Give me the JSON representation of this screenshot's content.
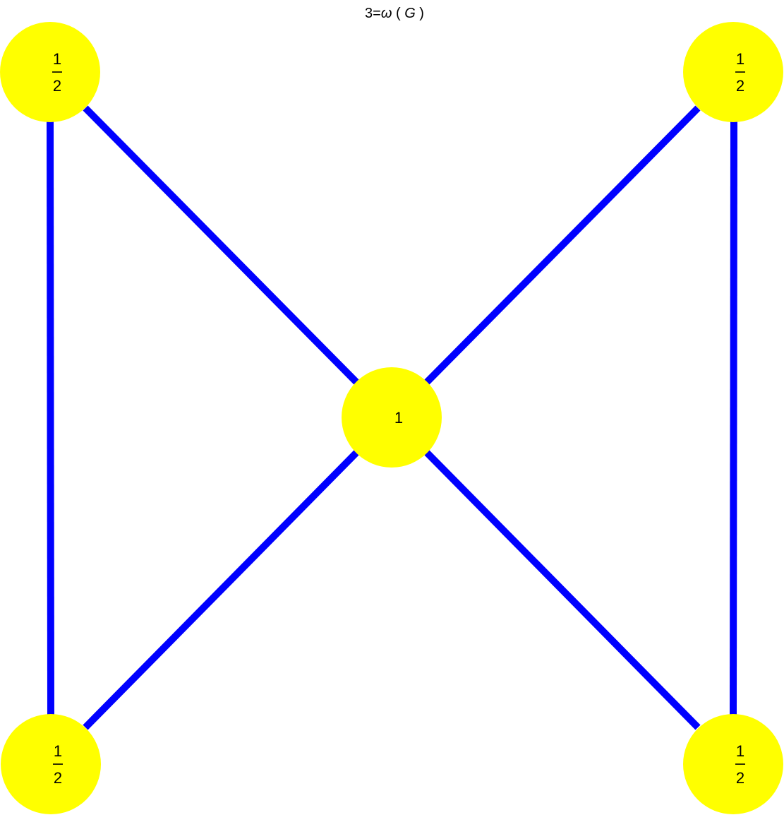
{
  "title": {
    "prefix": "3=",
    "omega": "ω",
    "open": " ( ",
    "var": "G",
    "close": " )"
  },
  "colors": {
    "edge": "#0000ff",
    "node": "#ffff00",
    "text": "#000000",
    "background": "#ffffff"
  },
  "nodes": [
    {
      "id": "top-left",
      "label_type": "fraction",
      "numerator": "1",
      "denominator": "2"
    },
    {
      "id": "top-right",
      "label_type": "fraction",
      "numerator": "1",
      "denominator": "2"
    },
    {
      "id": "center",
      "label_type": "integer",
      "value": "1"
    },
    {
      "id": "bottom-left",
      "label_type": "fraction",
      "numerator": "1",
      "denominator": "2"
    },
    {
      "id": "bottom-right",
      "label_type": "fraction",
      "numerator": "1",
      "denominator": "2"
    }
  ],
  "edges": [
    {
      "from": "top-left",
      "to": "bottom-left"
    },
    {
      "from": "top-left",
      "to": "center"
    },
    {
      "from": "top-right",
      "to": "center"
    },
    {
      "from": "top-right",
      "to": "bottom-right"
    },
    {
      "from": "center",
      "to": "bottom-left"
    },
    {
      "from": "center",
      "to": "bottom-right"
    }
  ]
}
